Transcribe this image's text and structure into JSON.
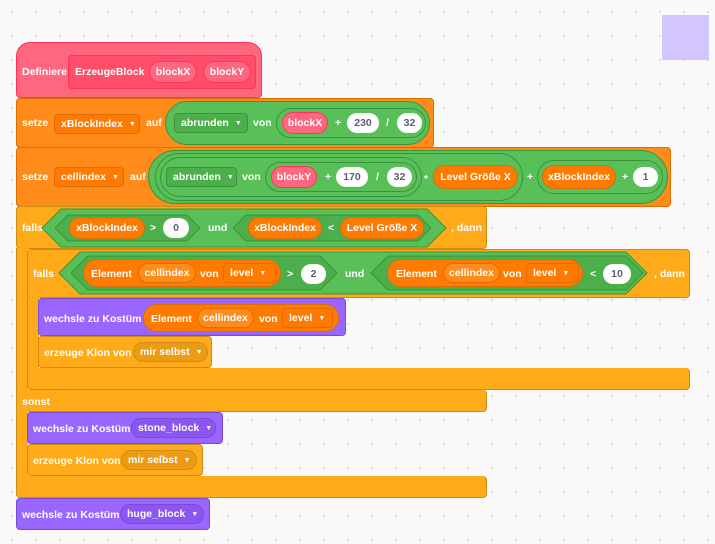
{
  "define": {
    "label": "Definiere",
    "name": "ErzeugeBlock",
    "params": [
      "blockX",
      "blockY"
    ]
  },
  "set1": {
    "label": "setze",
    "var": "xBlockIndex",
    "to": "auf",
    "func": "abrunden",
    "of": "von",
    "param": "blockX",
    "op1": "+",
    "n1": "230",
    "op2": "/",
    "n2": "32"
  },
  "set2": {
    "label": "setze",
    "var": "cellindex",
    "to": "auf",
    "func": "abrunden",
    "of": "von",
    "param": "blockY",
    "op1": "+",
    "n1": "170",
    "op2": "/",
    "n2": "32",
    "op3": "*",
    "var2": "Level Größe X",
    "op4": "+",
    "var3": "xBlockIndex",
    "op5": "+",
    "n3": "1"
  },
  "if1": {
    "label": "falls",
    "var1": "xBlockIndex",
    "cmp1": ">",
    "n1": "0",
    "and": "und",
    "var2": "xBlockIndex",
    "cmp2": "<",
    "var3": "Level Größe X",
    "then": ", dann"
  },
  "if2": {
    "label": "falls",
    "item_label": "Element",
    "item_index": "cellindex",
    "of": "von",
    "list": "level",
    "cmp1": ">",
    "n1": "2",
    "and": "und",
    "cmp2": "<",
    "n2": "10",
    "then": ", dann"
  },
  "costume1": {
    "label": "wechsle zu Kostüm",
    "item_label": "Element",
    "item_index": "cellindex",
    "of": "von",
    "list": "level"
  },
  "clone1": {
    "label": "erzeuge Klon von",
    "target": "mir selbst"
  },
  "else_label": "sonst",
  "costume2": {
    "label": "wechsle zu Kostüm",
    "value": "stone_block"
  },
  "clone2": {
    "label": "erzeuge Klon von",
    "target": "mir selbst"
  },
  "costume3": {
    "label": "wechsle zu Kostüm",
    "value": "huge_block"
  }
}
